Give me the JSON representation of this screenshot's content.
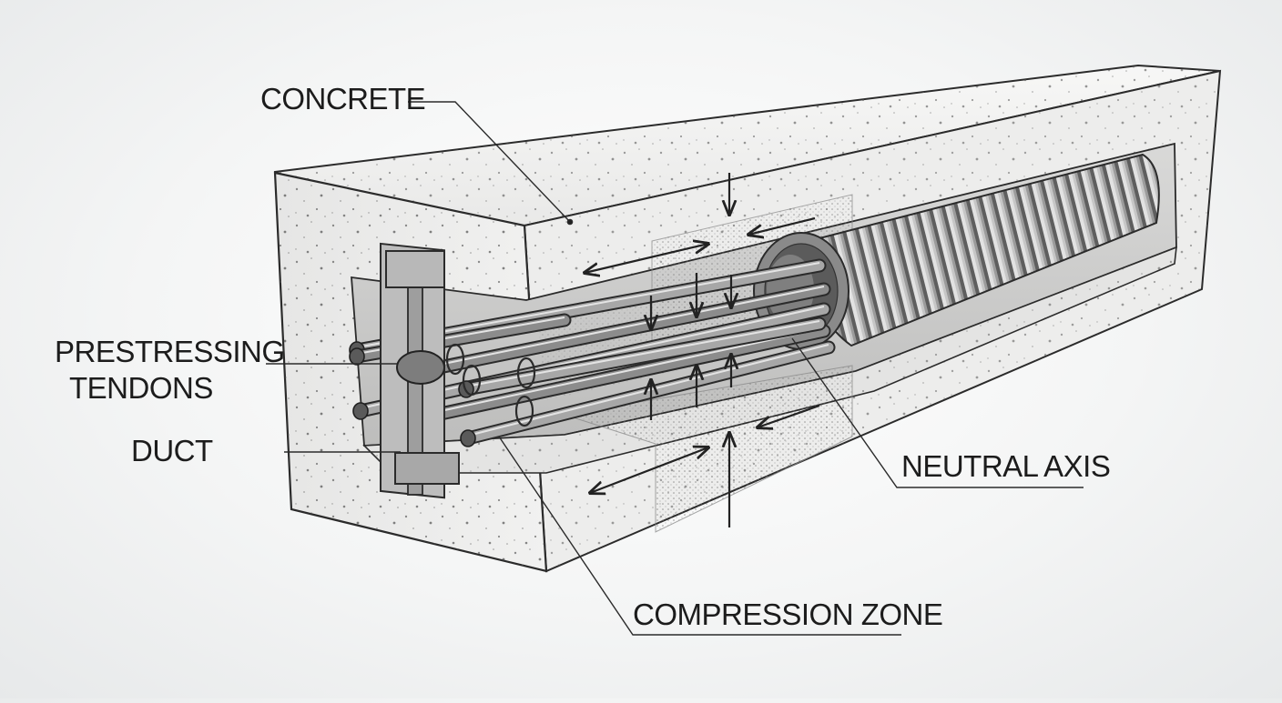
{
  "labels": {
    "concrete": "CONCRETE",
    "prestressing_line1": "PRESTRESSING",
    "prestressing_line2": "TENDONS",
    "duct": "DUCT",
    "neutral_axis": "NEUTRAL AXIS",
    "compression_zone": "COMPRESSION ZONE"
  },
  "colors": {
    "concrete_light": "#f4f4f3",
    "concrete_mid": "#e2e2e1",
    "concrete_dark": "#c9c9c8",
    "outline": "#2b2b2b",
    "duct_steel": "#8e8e8e",
    "tendon": "#6f6f6f",
    "zone_fill": "#cfcfcd"
  }
}
